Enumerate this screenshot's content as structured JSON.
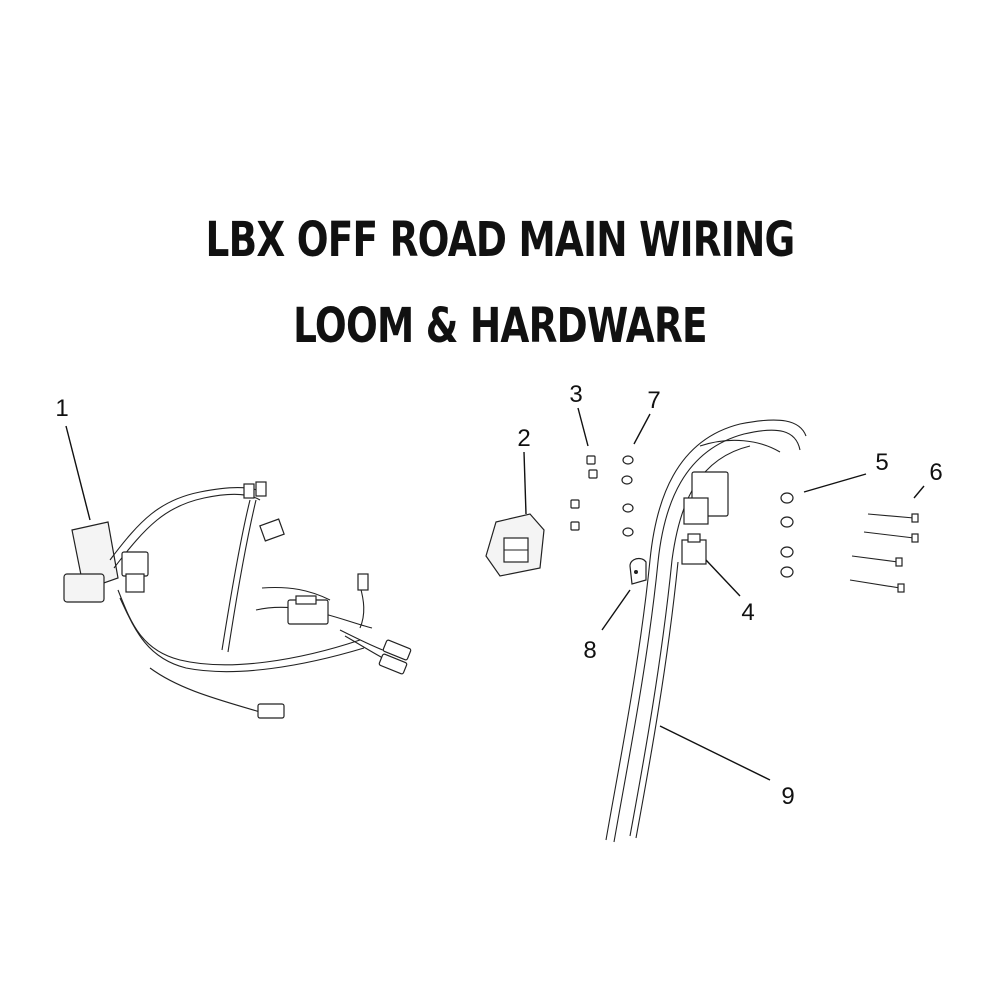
{
  "title": {
    "line1": "LBX OFF ROAD MAIN WIRING",
    "line2": "LOOM & HARDWARE"
  },
  "callouts": [
    "1",
    "2",
    "3",
    "4",
    "5",
    "6",
    "7",
    "8",
    "9"
  ]
}
